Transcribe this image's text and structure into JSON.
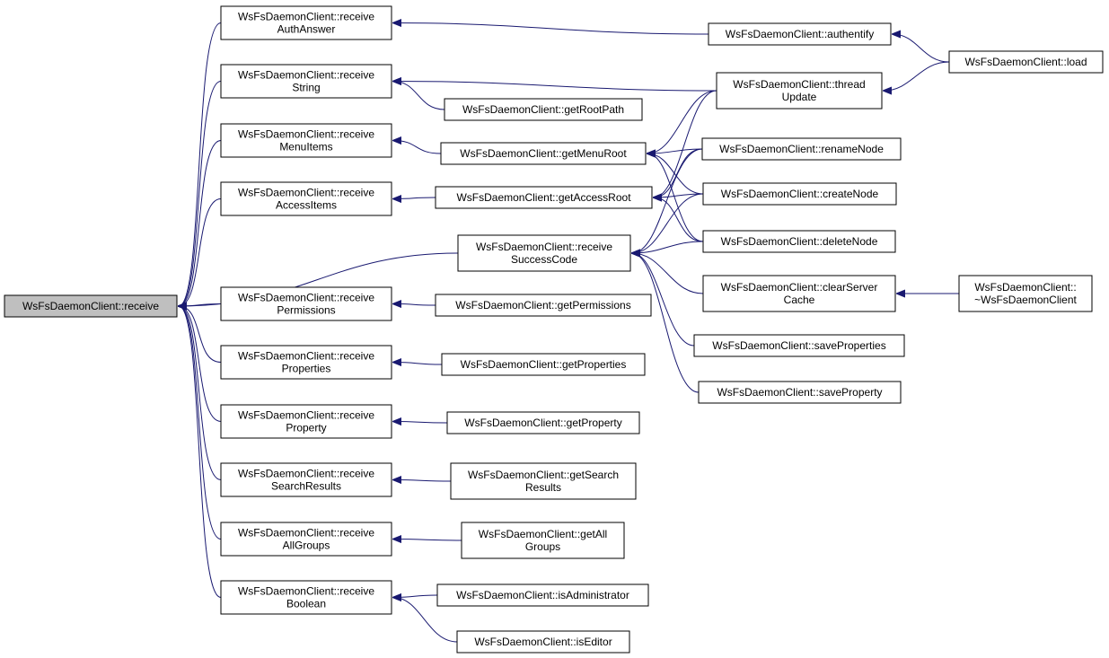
{
  "diagram": {
    "type": "doxygen-caller-graph",
    "edge_color": "#191970",
    "root_fill": "#bfbfbf",
    "nodes": [
      {
        "id": "receive",
        "lines": [
          "WsFsDaemonClient::receive"
        ],
        "root": true
      },
      {
        "id": "receiveAuthAnswer",
        "lines": [
          "WsFsDaemonClient::receive",
          "AuthAnswer"
        ]
      },
      {
        "id": "receiveString",
        "lines": [
          "WsFsDaemonClient::receive",
          "String"
        ]
      },
      {
        "id": "receiveMenuItems",
        "lines": [
          "WsFsDaemonClient::receive",
          "MenuItems"
        ]
      },
      {
        "id": "receiveAccessItems",
        "lines": [
          "WsFsDaemonClient::receive",
          "AccessItems"
        ]
      },
      {
        "id": "receiveSuccessCode",
        "lines": [
          "WsFsDaemonClient::receive",
          "SuccessCode"
        ]
      },
      {
        "id": "receivePermissions",
        "lines": [
          "WsFsDaemonClient::receive",
          "Permissions"
        ]
      },
      {
        "id": "receiveProperties",
        "lines": [
          "WsFsDaemonClient::receive",
          "Properties"
        ]
      },
      {
        "id": "receiveProperty",
        "lines": [
          "WsFsDaemonClient::receive",
          "Property"
        ]
      },
      {
        "id": "receiveSearchResults",
        "lines": [
          "WsFsDaemonClient::receive",
          "SearchResults"
        ]
      },
      {
        "id": "receiveAllGroups",
        "lines": [
          "WsFsDaemonClient::receive",
          "AllGroups"
        ]
      },
      {
        "id": "receiveBoolean",
        "lines": [
          "WsFsDaemonClient::receive",
          "Boolean"
        ]
      },
      {
        "id": "authentify",
        "lines": [
          "WsFsDaemonClient::authentify"
        ]
      },
      {
        "id": "load",
        "lines": [
          "WsFsDaemonClient::load"
        ]
      },
      {
        "id": "threadUpdate",
        "lines": [
          "WsFsDaemonClient::thread",
          "Update"
        ]
      },
      {
        "id": "getRootPath",
        "lines": [
          "WsFsDaemonClient::getRootPath"
        ]
      },
      {
        "id": "getMenuRoot",
        "lines": [
          "WsFsDaemonClient::getMenuRoot"
        ]
      },
      {
        "id": "renameNode",
        "lines": [
          "WsFsDaemonClient::renameNode"
        ]
      },
      {
        "id": "getAccessRoot",
        "lines": [
          "WsFsDaemonClient::getAccessRoot"
        ]
      },
      {
        "id": "createNode",
        "lines": [
          "WsFsDaemonClient::createNode"
        ]
      },
      {
        "id": "deleteNode",
        "lines": [
          "WsFsDaemonClient::deleteNode"
        ]
      },
      {
        "id": "clearServerCache",
        "lines": [
          "WsFsDaemonClient::clearServer",
          "Cache"
        ]
      },
      {
        "id": "destructor",
        "lines": [
          "WsFsDaemonClient::",
          "~WsFsDaemonClient"
        ]
      },
      {
        "id": "saveProperties",
        "lines": [
          "WsFsDaemonClient::saveProperties"
        ]
      },
      {
        "id": "saveProperty",
        "lines": [
          "WsFsDaemonClient::saveProperty"
        ]
      },
      {
        "id": "getPermissions",
        "lines": [
          "WsFsDaemonClient::getPermissions"
        ]
      },
      {
        "id": "getProperties",
        "lines": [
          "WsFsDaemonClient::getProperties"
        ]
      },
      {
        "id": "getProperty",
        "lines": [
          "WsFsDaemonClient::getProperty"
        ]
      },
      {
        "id": "getSearchResults",
        "lines": [
          "WsFsDaemonClient::getSearch",
          "Results"
        ]
      },
      {
        "id": "getAllGroups",
        "lines": [
          "WsFsDaemonClient::getAll",
          "Groups"
        ]
      },
      {
        "id": "isAdministrator",
        "lines": [
          "WsFsDaemonClient::isAdministrator"
        ]
      },
      {
        "id": "isEditor",
        "lines": [
          "WsFsDaemonClient::isEditor"
        ]
      }
    ],
    "edges": [
      {
        "from": "receiveAuthAnswer",
        "to": "receive"
      },
      {
        "from": "receiveString",
        "to": "receive"
      },
      {
        "from": "receiveMenuItems",
        "to": "receive"
      },
      {
        "from": "receiveAccessItems",
        "to": "receive"
      },
      {
        "from": "receiveSuccessCode",
        "to": "receive"
      },
      {
        "from": "receivePermissions",
        "to": "receive"
      },
      {
        "from": "receiveProperties",
        "to": "receive"
      },
      {
        "from": "receiveProperty",
        "to": "receive"
      },
      {
        "from": "receiveSearchResults",
        "to": "receive"
      },
      {
        "from": "receiveAllGroups",
        "to": "receive"
      },
      {
        "from": "receiveBoolean",
        "to": "receive"
      },
      {
        "from": "authentify",
        "to": "receiveAuthAnswer"
      },
      {
        "from": "load",
        "to": "authentify"
      },
      {
        "from": "load",
        "to": "threadUpdate"
      },
      {
        "from": "threadUpdate",
        "to": "receiveString"
      },
      {
        "from": "getRootPath",
        "to": "receiveString"
      },
      {
        "from": "getMenuRoot",
        "to": "receiveMenuItems"
      },
      {
        "from": "threadUpdate",
        "to": "getMenuRoot"
      },
      {
        "from": "renameNode",
        "to": "getMenuRoot"
      },
      {
        "from": "createNode",
        "to": "getMenuRoot"
      },
      {
        "from": "deleteNode",
        "to": "getMenuRoot"
      },
      {
        "from": "getAccessRoot",
        "to": "receiveAccessItems"
      },
      {
        "from": "threadUpdate",
        "to": "getAccessRoot"
      },
      {
        "from": "renameNode",
        "to": "getAccessRoot"
      },
      {
        "from": "createNode",
        "to": "getAccessRoot"
      },
      {
        "from": "deleteNode",
        "to": "getAccessRoot"
      },
      {
        "from": "renameNode",
        "to": "receiveSuccessCode"
      },
      {
        "from": "createNode",
        "to": "receiveSuccessCode"
      },
      {
        "from": "deleteNode",
        "to": "receiveSuccessCode"
      },
      {
        "from": "clearServerCache",
        "to": "receiveSuccessCode"
      },
      {
        "from": "saveProperties",
        "to": "receiveSuccessCode"
      },
      {
        "from": "saveProperty",
        "to": "receiveSuccessCode"
      },
      {
        "from": "destructor",
        "to": "clearServerCache"
      },
      {
        "from": "getPermissions",
        "to": "receivePermissions"
      },
      {
        "from": "getProperties",
        "to": "receiveProperties"
      },
      {
        "from": "getProperty",
        "to": "receiveProperty"
      },
      {
        "from": "getSearchResults",
        "to": "receiveSearchResults"
      },
      {
        "from": "getAllGroups",
        "to": "receiveAllGroups"
      },
      {
        "from": "isAdministrator",
        "to": "receiveBoolean"
      },
      {
        "from": "isEditor",
        "to": "receiveBoolean"
      }
    ]
  }
}
